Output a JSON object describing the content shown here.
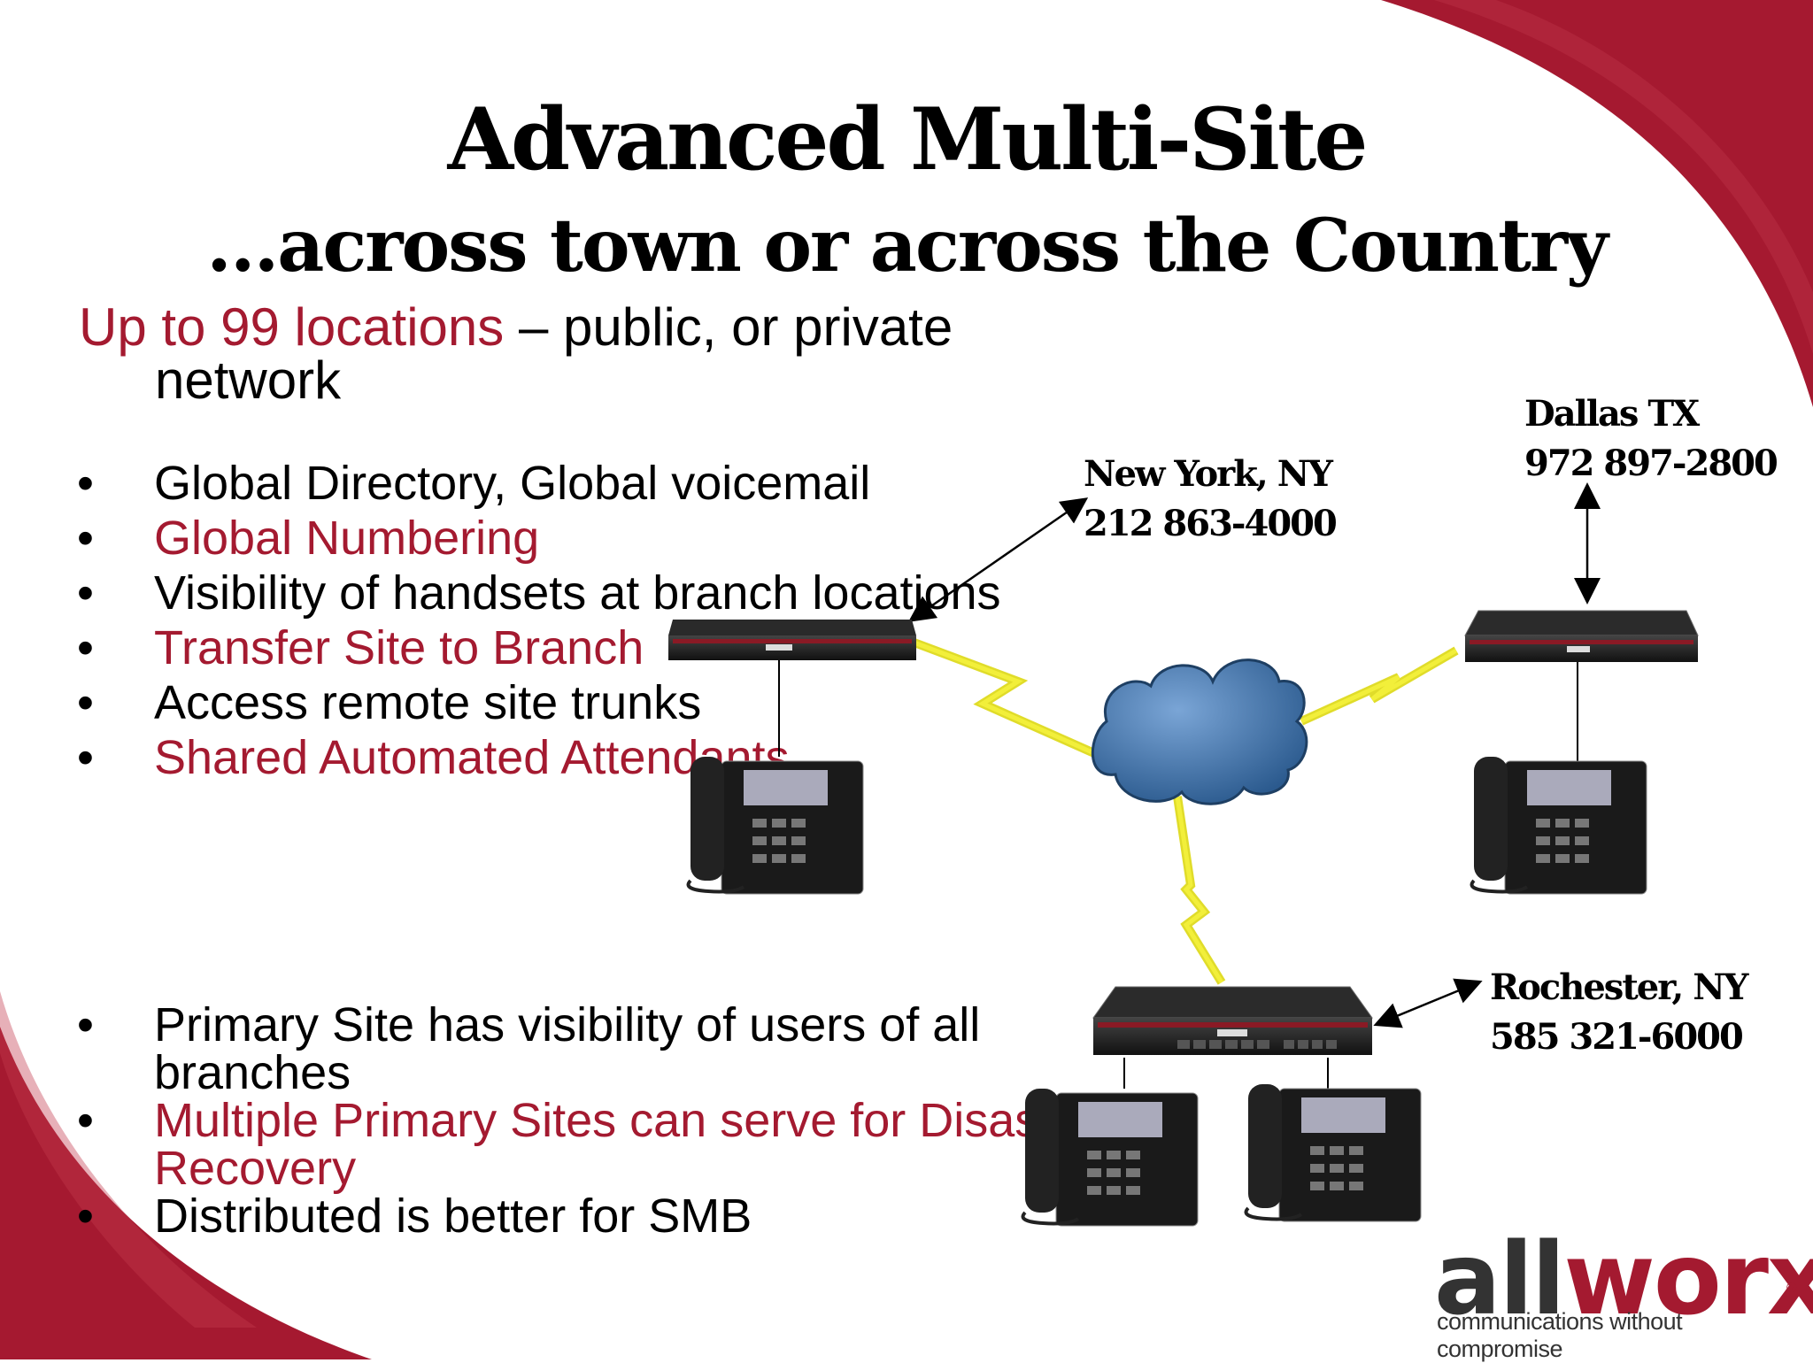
{
  "slide": {
    "title_line1": "Advanced Multi-Site",
    "title_line2": "…across town or across the Country",
    "lead_red": "Up to 99 locations",
    "lead_rest": " – public, or private",
    "lead_cont": "network",
    "bullets_top": [
      {
        "text": "Global Directory, Global voicemail",
        "highlight": false
      },
      {
        "text": "Global Numbering",
        "highlight": true
      },
      {
        "text": "Visibility of handsets at branch locations",
        "highlight": false
      },
      {
        "text": "Transfer Site to Branch",
        "highlight": true
      },
      {
        "text": "Access remote site trunks",
        "highlight": false
      },
      {
        "text": "Shared Automated Attendants",
        "highlight": true
      }
    ],
    "bullets_bottom": [
      {
        "text": "Primary Site has visibility of users of all",
        "cont": "branches",
        "highlight": false
      },
      {
        "text": "Multiple Primary Sites can serve for Disaster",
        "cont": "Recovery",
        "highlight": true
      },
      {
        "text": "Distributed is better for SMB",
        "highlight": false
      }
    ],
    "colors": {
      "accent_red": "#a41a30",
      "text": "#000000",
      "bolt": "#f2ef3a",
      "cloud": "#3a6fa5"
    }
  },
  "locations": {
    "newyork": {
      "name": "New York, NY",
      "phone": "212 863-4000"
    },
    "dallas": {
      "name": "Dallas TX",
      "phone": "972 897-2800"
    },
    "rochester": {
      "name": "Rochester, NY",
      "phone": "585 321-6000"
    }
  },
  "logo": {
    "brand_a": "all",
    "brand_b": "worx",
    "reg": "®",
    "tagline": "communications without compromise"
  }
}
